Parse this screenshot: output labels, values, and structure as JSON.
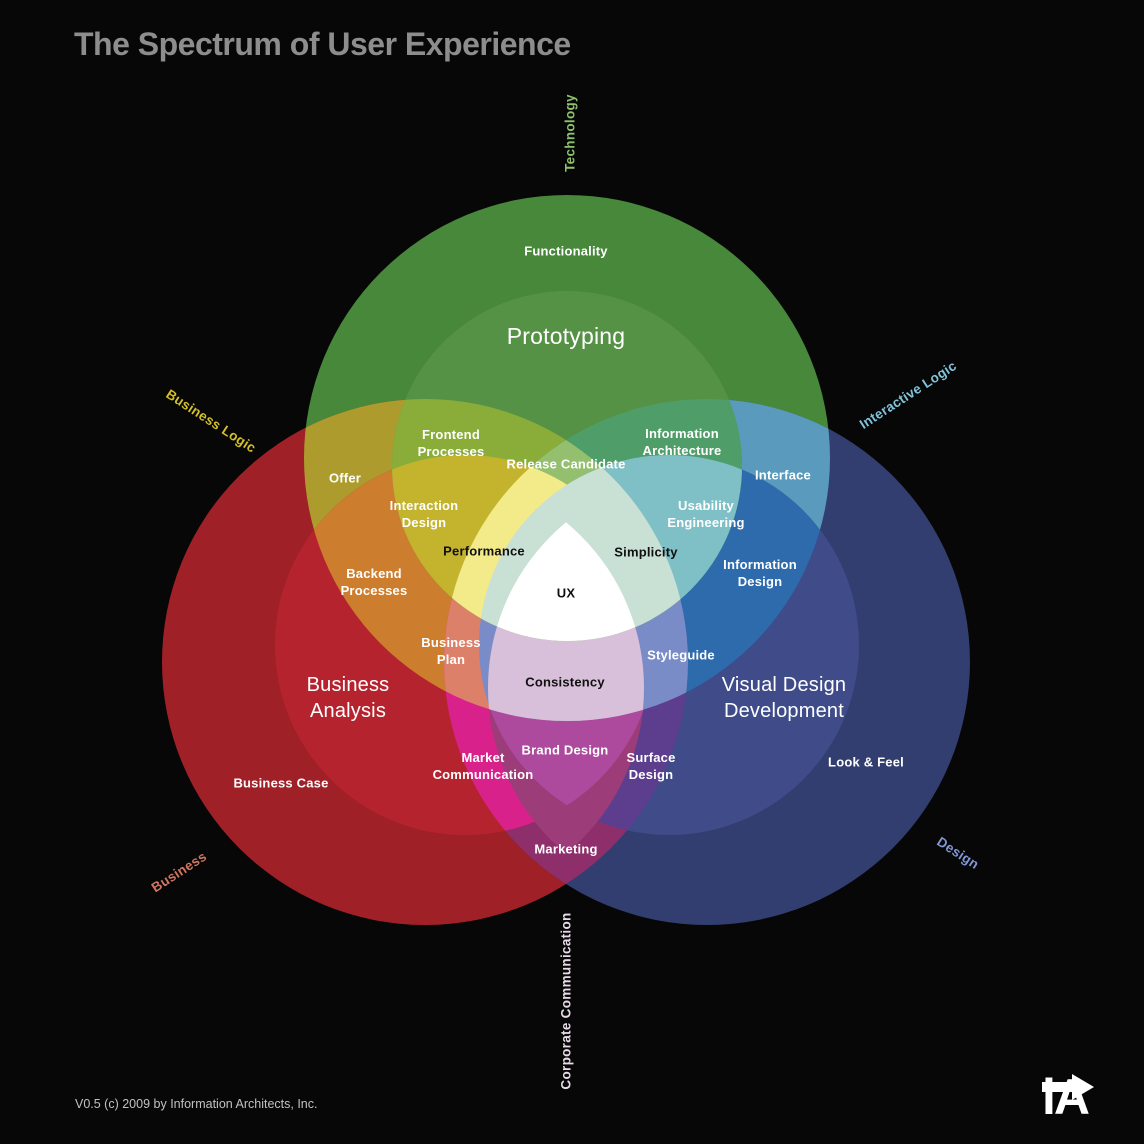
{
  "title": "The Spectrum of User Experience",
  "footer": {
    "credit": "V0.5 (c) 2009 by Information Architects, Inc."
  },
  "logo": {
    "text": "iA",
    "arrow_icon": "right-arrow"
  },
  "diagram": {
    "type": "venn",
    "region_labels": [
      {
        "id": "functionality",
        "label": "Functionality",
        "color": "#47883a"
      },
      {
        "id": "prototyping",
        "label": "Prototyping",
        "color": "#569245"
      },
      {
        "id": "frontend-processes",
        "label": "Frontend Processes",
        "color": "#8aad3a"
      },
      {
        "id": "release-candidate",
        "label": "Release Candidate",
        "color": "#93bf6f"
      },
      {
        "id": "information-architecture",
        "label": "Information Architecture",
        "color": "#4f9d68"
      },
      {
        "id": "offer",
        "label": "Offer",
        "color": "#ad9c2d"
      },
      {
        "id": "interface",
        "label": "Interface",
        "color": "#5a9bbd"
      },
      {
        "id": "interaction-design",
        "label": "Interaction Design",
        "color": "#c3b32d"
      },
      {
        "id": "usability-engineering",
        "label": "Usability Engineering",
        "color": "#7ec0c6"
      },
      {
        "id": "performance",
        "label": "Performance",
        "color": "#f3ea8a"
      },
      {
        "id": "simplicity",
        "label": "Simplicity",
        "color": "#c9e0d5"
      },
      {
        "id": "ux",
        "label": "UX",
        "color": "#ffffff"
      },
      {
        "id": "backend-processes",
        "label": "Backend Processes",
        "color": "#cd7d2e"
      },
      {
        "id": "information-design",
        "label": "Information Design",
        "color": "#2e6bad"
      },
      {
        "id": "business-plan",
        "label": "Business Plan",
        "color": "#dd8069"
      },
      {
        "id": "styleguide",
        "label": "Styleguide",
        "color": "#7a8cc8"
      },
      {
        "id": "business-analysis",
        "label": "Business Analysis",
        "color": "#b5242e"
      },
      {
        "id": "consistency",
        "label": "Consistency",
        "color": "#d9c0da"
      },
      {
        "id": "visual-design-development",
        "label": "Visual Design Development",
        "color": "#3f4c89"
      },
      {
        "id": "market-communication",
        "label": "Market Communication",
        "color": "#d9218c"
      },
      {
        "id": "brand-design",
        "label": "Brand Design",
        "color": "#ae4a9e"
      },
      {
        "id": "surface-design",
        "label": "Surface Design",
        "color": "#5d3e8e"
      },
      {
        "id": "business-case",
        "label": "Business Case",
        "color": "#a02028"
      },
      {
        "id": "look-and-feel",
        "label": "Look & Feel",
        "color": "#323e70"
      },
      {
        "id": "marketing",
        "label": "Marketing",
        "color": "#9c3c79"
      }
    ],
    "axis_labels": [
      {
        "id": "technology",
        "label": "Technology",
        "color": "#8dc16c"
      },
      {
        "id": "business-logic",
        "label": "Business Logic",
        "color": "#d3bf2b"
      },
      {
        "id": "interactive-logic",
        "label": "Interactive Logic",
        "color": "#82c3da"
      },
      {
        "id": "business",
        "label": "Business",
        "color": "#d1755e"
      },
      {
        "id": "design",
        "label": "Design",
        "color": "#8097d6"
      },
      {
        "id": "corporate-communication",
        "label": "Corporate Communication",
        "color": "#e8dbe9"
      }
    ]
  }
}
